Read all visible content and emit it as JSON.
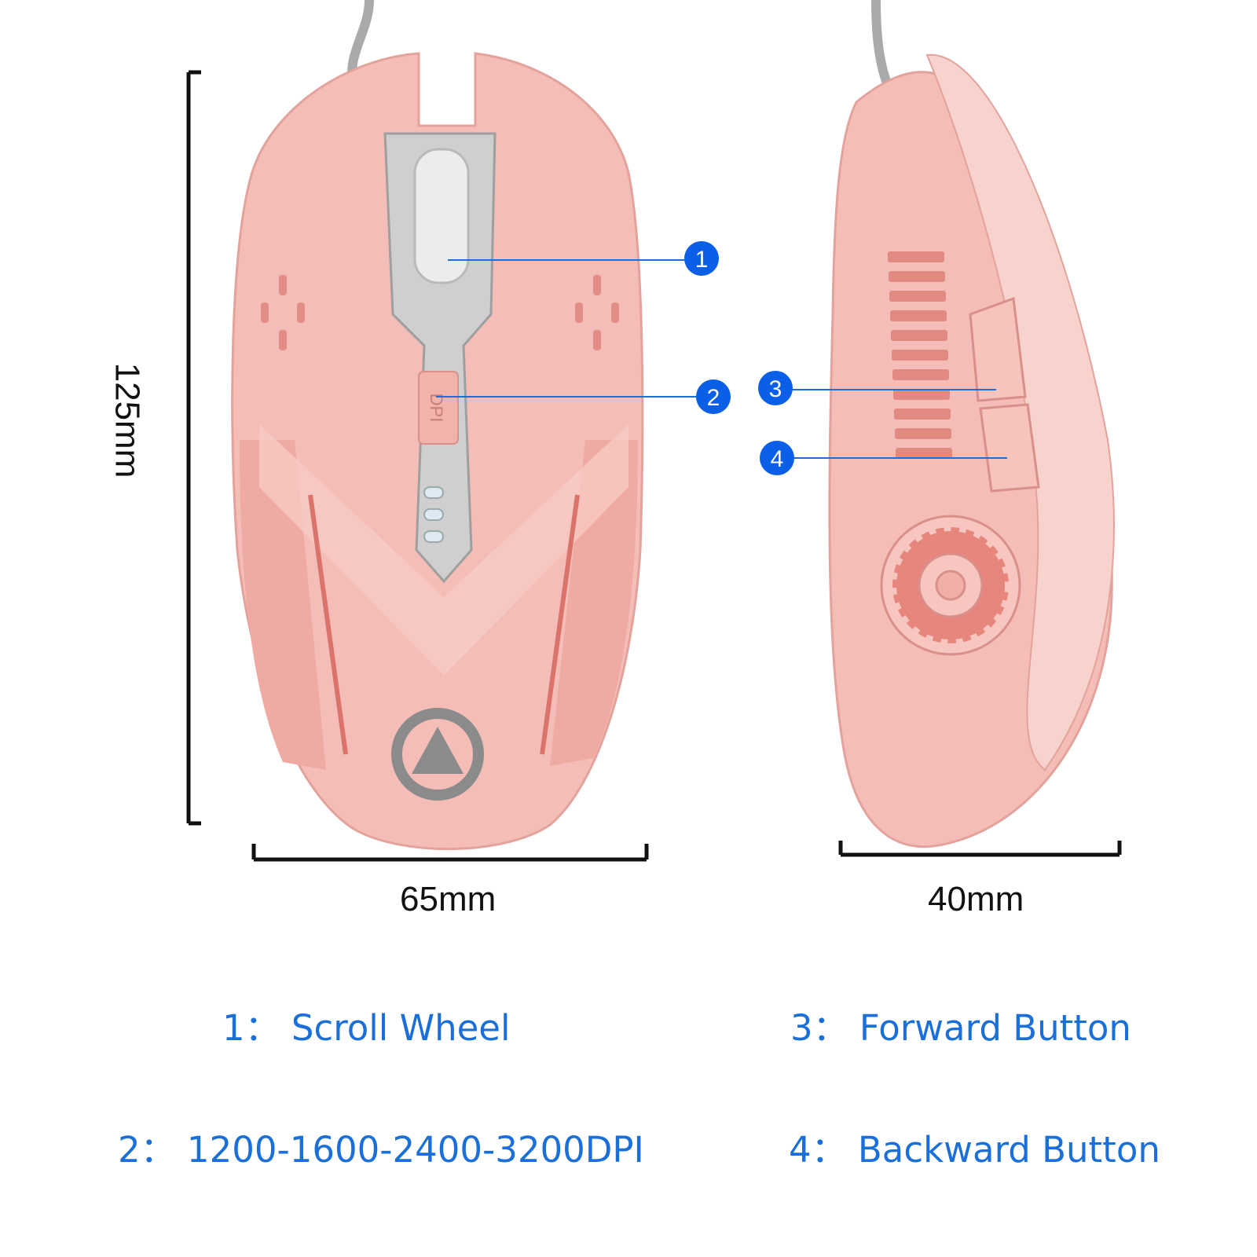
{
  "dimensions": {
    "height": "125mm",
    "width_top": "65mm",
    "width_side": "40mm"
  },
  "callouts": [
    "1",
    "2",
    "3",
    "4"
  ],
  "dpi_button_label": "DPI",
  "legend": {
    "item1": "1： Scroll Wheel",
    "item2": "2： 1200-1600-2400-3200DPI",
    "item3": "3： Forward Button",
    "item4": "4： Backward Button"
  },
  "colors": {
    "accent": "#1a6fd8",
    "callout": "#0a5fe6",
    "mouse_body": "#f4bdb7",
    "mouse_shadow": "#e39a93",
    "silver": "#c9c9c9"
  }
}
